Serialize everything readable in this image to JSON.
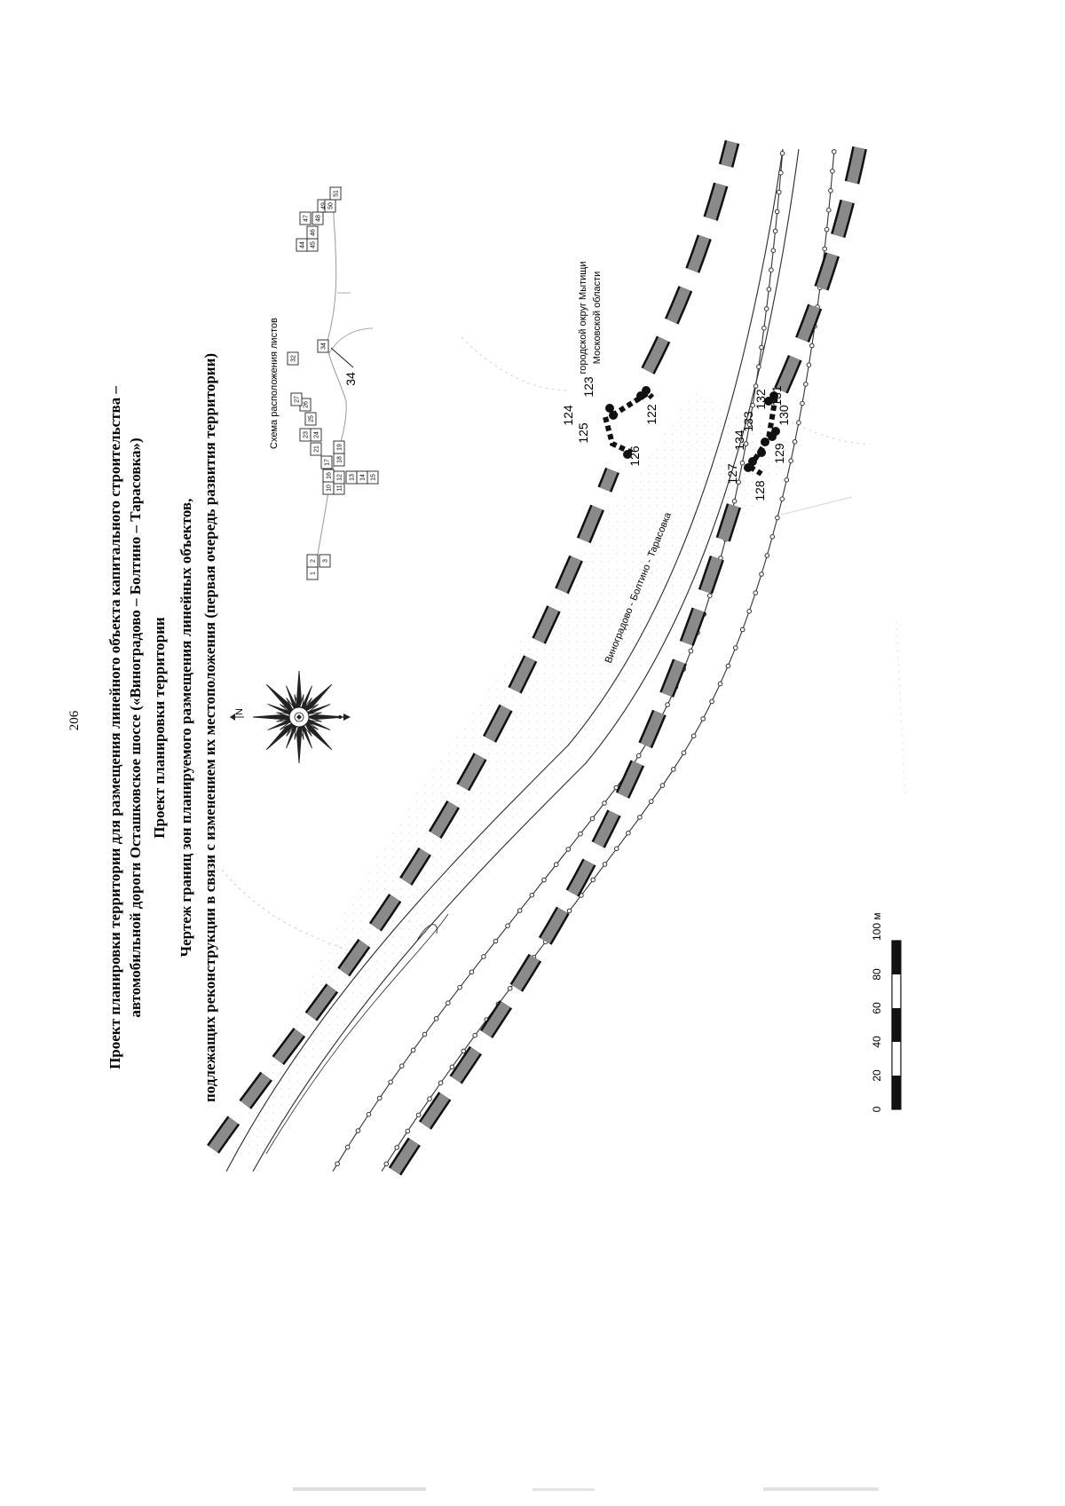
{
  "page_number": "206",
  "title": {
    "line1": "Проект планировки территории для размещения линейного объекта капитального строительства –",
    "line2": "автомобильной дороги Осташковское шоссе («Виноградово – Болтино – Тарасовка»)",
    "line3": "Проект планировки территории",
    "line4": "Чертеж границ зон планируемого размещения линейных объектов,",
    "line5": "подлежащих реконструкции в связи с изменением их местоположения (первая очередь развития территории)"
  },
  "north_label": "N",
  "inset": {
    "title": "Схема расположения листов",
    "sheets": [
      "1",
      "2",
      "3",
      "10",
      "11",
      "12",
      "13",
      "14",
      "15",
      "16",
      "17",
      "18",
      "19",
      "21",
      "23",
      "24",
      "25",
      "26",
      "27",
      "32",
      "34",
      "44",
      "45",
      "46",
      "47",
      "48",
      "49",
      "50",
      "51"
    ],
    "callout": "34"
  },
  "district": {
    "line1": "городской округ Мытищи",
    "line2": "Московской области"
  },
  "road_name": "Виноградово - Болтино - Тарасовка",
  "points": [
    "122",
    "123",
    "124",
    "125",
    "126",
    "127",
    "128",
    "129",
    "130",
    "131",
    "132",
    "133",
    "134"
  ],
  "scale": {
    "ticks": [
      "0",
      "20",
      "40",
      "60",
      "80",
      "100 м"
    ]
  },
  "colors": {
    "zone": "#7a7a7a",
    "ink": "#111111",
    "faint": "#c8c8c8"
  }
}
